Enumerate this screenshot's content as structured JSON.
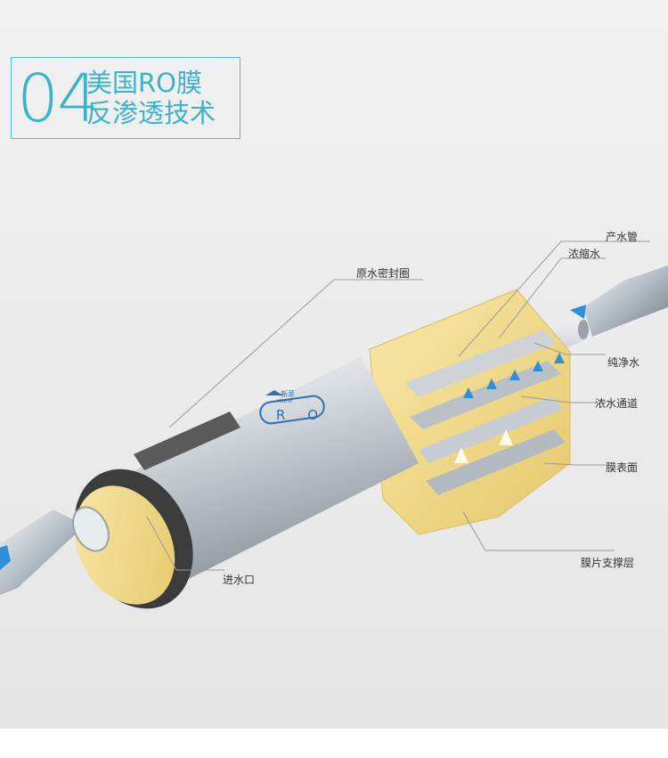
{
  "title": {
    "number": "04",
    "line1": "美国RO膜",
    "line2": "反渗透技术"
  },
  "product": {
    "logo_text": "新菲",
    "logo_sub": "XINFEI",
    "label": "R O"
  },
  "callouts": {
    "product_water_pipe": "产水管",
    "concentrate": "浓缩水",
    "raw_water_seal": "原水密封圈",
    "pure_water": "纯净水",
    "concentrate_channel": "浓水通道",
    "membrane_surface": "膜表面",
    "membrane_support_layer": "膜片支撑层",
    "water_inlet": "进水口"
  },
  "colors": {
    "accent": "#3cb3cb",
    "membrane_yellow": "#f3dd8a",
    "seal_dark": "#3c3c3c",
    "flow_blue": "#2f8fd8"
  }
}
